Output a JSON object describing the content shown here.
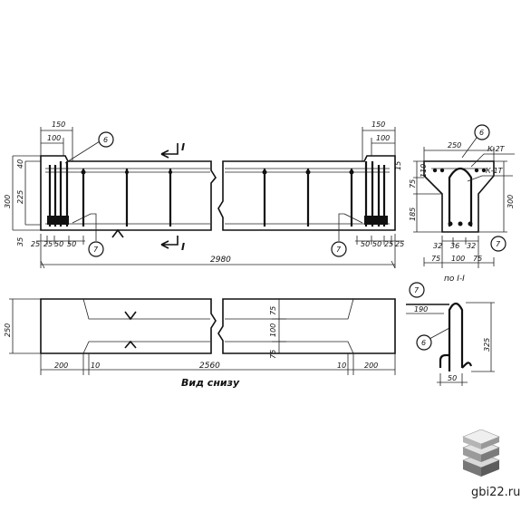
{
  "dimensions": {
    "top_left_150": "150",
    "top_left_100": "100",
    "top_right_150": "150",
    "top_right_100": "100",
    "h_300_left": "300",
    "h_225": "225",
    "h_40": "40",
    "h_35": "35",
    "b_25a": "25",
    "b_25b": "25",
    "b_50a": "50",
    "b_50b": "50",
    "r_50a": "50",
    "r_50b": "50",
    "r_25a": "25",
    "r_25b": "25",
    "r_15": "15",
    "total_length": "2980",
    "sec_250": "250",
    "sec_75": "75",
    "sec_185": "185",
    "sec_110": "110",
    "sec_300": "300",
    "sec_32a": "32",
    "sec_36": "36",
    "sec_32b": "32",
    "sec_75a": "75",
    "sec_100": "100",
    "sec_75b": "75",
    "plan_250": "250",
    "plan_200a": "200",
    "plan_10a": "10",
    "plan_2560": "2560",
    "plan_10b": "10",
    "plan_200b": "200",
    "plan_75a": "75",
    "plan_100": "100",
    "plan_75b": "75",
    "det_190": "190",
    "det_325": "325",
    "det_50": "50"
  },
  "labels": {
    "cut_mark_top": "I",
    "cut_mark_bottom": "I",
    "callout_6": "6",
    "callout_7": "7",
    "k2t": "К-2Т",
    "k1t": "К-1Т",
    "section_caption": "по I-I",
    "plan_caption": "Вид снизу",
    "det_callout_7": "7",
    "det_callout_6": "6",
    "sec_callout_6": "6",
    "sec_callout_7": "7",
    "elev_callout_7b": "7"
  },
  "watermark": {
    "site": "gbi22.ru",
    "logo_colors": [
      "#c8c8c8",
      "#9a9a9a",
      "#6e6e6e"
    ]
  }
}
